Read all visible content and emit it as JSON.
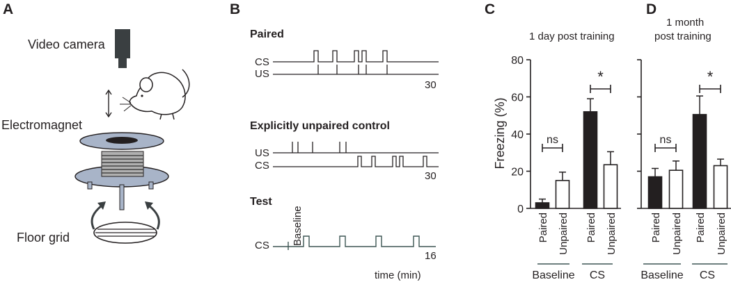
{
  "panels": {
    "a": "A",
    "b": "B",
    "c": "C",
    "d": "D"
  },
  "panel_a": {
    "video_camera": "Video camera",
    "electromagnet": "Electromagnet",
    "floor_grid": "Floor grid"
  },
  "panel_b": {
    "paired_title": "Paired",
    "unpaired_title": "Explicitly unpaired control",
    "test_title": "Test",
    "cs": "CS",
    "us": "US",
    "baseline": "Baseline",
    "end_30": "30",
    "end_16": "16",
    "time_label": "time (min)"
  },
  "chart_data": [
    {
      "type": "bar",
      "title": "1 day post training",
      "ylabel": "Freezing (%)",
      "ylim": [
        0,
        80
      ],
      "yticks": [
        "0",
        "20",
        "40",
        "60",
        "80"
      ],
      "categories": [
        "Paired",
        "Unpaired",
        "Paired",
        "Unpaired"
      ],
      "groups": [
        "Baseline",
        "CS"
      ],
      "values": [
        3,
        15,
        52,
        23.5
      ],
      "errors": [
        2,
        4.5,
        7,
        7
      ],
      "fills": [
        "#231f20",
        "#ffffff",
        "#231f20",
        "#ffffff"
      ],
      "annotations": [
        "ns",
        "*"
      ]
    },
    {
      "type": "bar",
      "title_line1": "1 month",
      "title_line2": "post training",
      "ylim": [
        0,
        80
      ],
      "categories": [
        "Paired",
        "Unpaired",
        "Paired",
        "Unpaired"
      ],
      "groups": [
        "Baseline",
        "CS"
      ],
      "values": [
        17,
        20.5,
        50.5,
        23
      ],
      "errors": [
        4.5,
        5,
        10,
        3.5
      ],
      "fills": [
        "#231f20",
        "#ffffff",
        "#231f20",
        "#ffffff"
      ],
      "annotations": [
        "ns",
        "*"
      ]
    }
  ]
}
